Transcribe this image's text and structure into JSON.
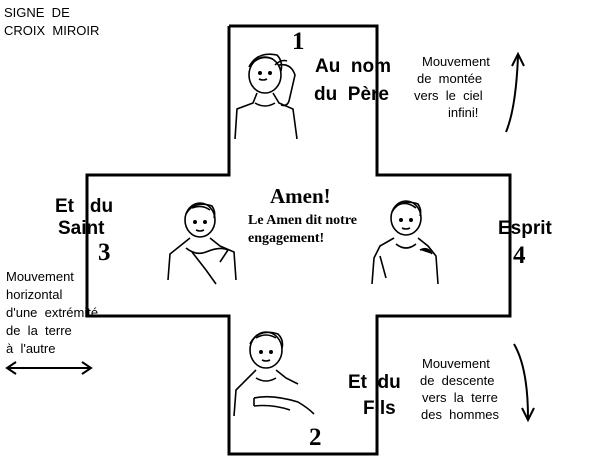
{
  "title": {
    "line1": "SIGNE  DE",
    "line2": "CROIX  MIROIR"
  },
  "steps": [
    {
      "number": "1",
      "label_line1": "Au  nom",
      "label_line2": "du  Père"
    },
    {
      "number": "2",
      "label_line1": "Et  du",
      "label_line2": "Fils"
    },
    {
      "number": "3",
      "label_line1": "Et   du",
      "label_line2": "Saint"
    },
    {
      "number": "4",
      "label_line1": "Esprit",
      "label_line2": ""
    }
  ],
  "center": {
    "amen": "Amen!",
    "note_line1": "Le Amen dit notre",
    "note_line2": "engagement!"
  },
  "notes": {
    "ascent": [
      "Mouvement",
      "de  montée",
      "vers  le  ciel",
      "infini!"
    ],
    "descent": [
      "Mouvement",
      "de  descente",
      "vers  la  terre",
      "des  hommes"
    ],
    "horizontal": [
      "Mouvement",
      "horizontal",
      "d'une  extrémité",
      "de  la  terre",
      "à  l'autre"
    ]
  },
  "icons": {
    "arrow_up": "curved-up-arrow-icon",
    "arrow_down": "curved-down-arrow-icon",
    "arrow_horizontal": "double-horizontal-arrow-icon"
  }
}
